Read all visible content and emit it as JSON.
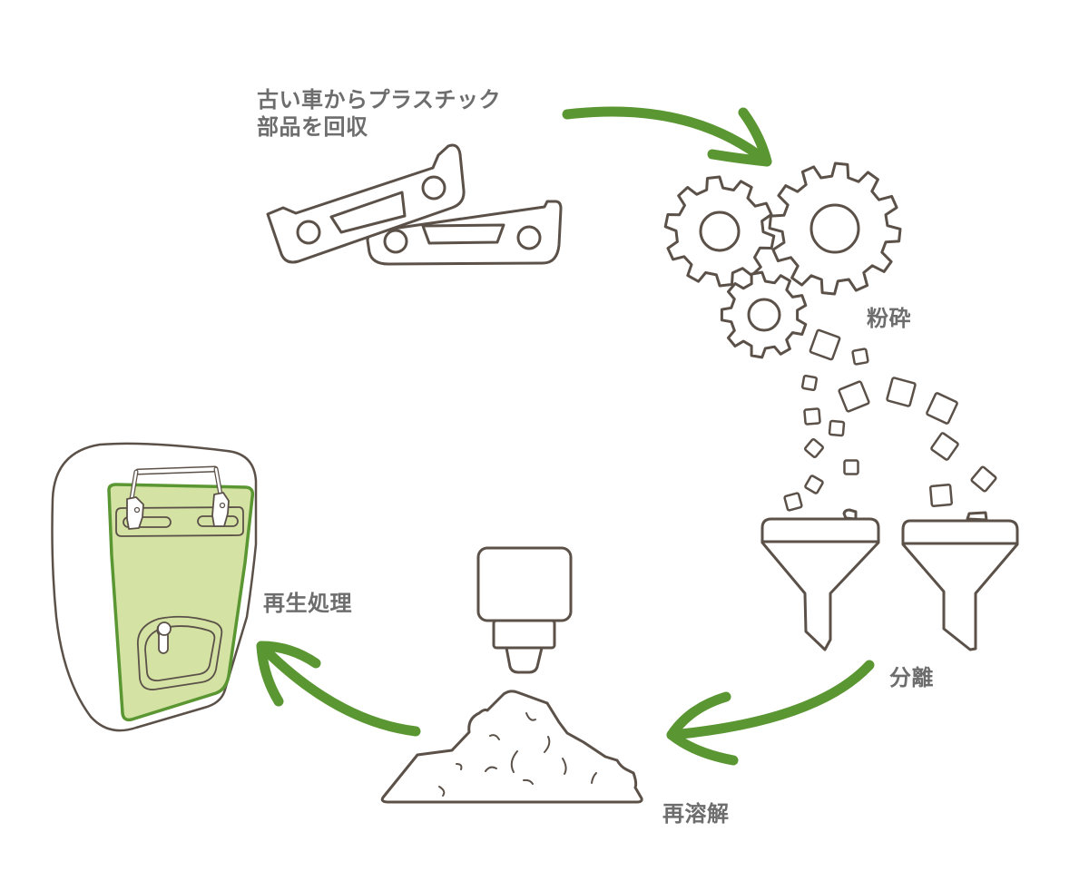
{
  "title": "プラスチックリサイクル工程図",
  "colors": {
    "arrow": "#5a9632",
    "outline": "#5b5149",
    "panel_fill": "#d4e3a3",
    "panel_stroke": "#5a9632",
    "label_text": "#6d6d6d"
  },
  "steps": [
    {
      "id": "collect",
      "label_line1": "古い車からプラスチック",
      "label_line2": "部品を回収",
      "icon": "car-bumper-icon"
    },
    {
      "id": "crush",
      "label": "粉砕",
      "icon": "gears-icon"
    },
    {
      "id": "separate",
      "label": "分離",
      "icon": "funnels-icon"
    },
    {
      "id": "remelt",
      "label": "再溶解",
      "icon": "extruder-pellet-pile-icon"
    },
    {
      "id": "reprocess",
      "label": "再生処理",
      "icon": "recycled-panel-icon"
    }
  ],
  "arrows": [
    {
      "from": "collect",
      "to": "crush"
    },
    {
      "from": "separate",
      "to": "remelt"
    },
    {
      "from": "remelt",
      "to": "reprocess"
    }
  ]
}
